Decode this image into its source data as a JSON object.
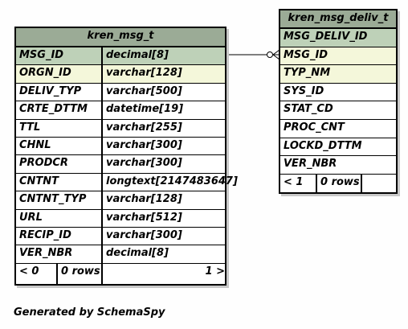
{
  "diagram": {
    "tables": [
      {
        "name": "kren_msg_t",
        "columns": [
          {
            "name": "MSG_ID",
            "type": "decimal[8]",
            "key": "pk"
          },
          {
            "name": "ORGN_ID",
            "type": "varchar[128]",
            "key": "fk"
          },
          {
            "name": "DELIV_TYP",
            "type": "varchar[500]",
            "key": ""
          },
          {
            "name": "CRTE_DTTM",
            "type": "datetime[19]",
            "key": ""
          },
          {
            "name": "TTL",
            "type": "varchar[255]",
            "key": ""
          },
          {
            "name": "CHNL",
            "type": "varchar[300]",
            "key": ""
          },
          {
            "name": "PRODCR",
            "type": "varchar[300]",
            "key": ""
          },
          {
            "name": "CNTNT",
            "type": "longtext[2147483647]",
            "key": ""
          },
          {
            "name": "CNTNT_TYP",
            "type": "varchar[128]",
            "key": ""
          },
          {
            "name": "URL",
            "type": "varchar[512]",
            "key": ""
          },
          {
            "name": "RECIP_ID",
            "type": "varchar[300]",
            "key": ""
          },
          {
            "name": "VER_NBR",
            "type": "decimal[8]",
            "key": ""
          }
        ],
        "footer": {
          "parents": "< 0",
          "rows": "0 rows",
          "children": "1 >"
        }
      },
      {
        "name": "kren_msg_deliv_t",
        "columns": [
          {
            "name": "MSG_DELIV_ID",
            "key": "pk"
          },
          {
            "name": "MSG_ID",
            "key": "fk"
          },
          {
            "name": "TYP_NM",
            "key": "fk"
          },
          {
            "name": "SYS_ID",
            "key": ""
          },
          {
            "name": "STAT_CD",
            "key": ""
          },
          {
            "name": "PROC_CNT",
            "key": ""
          },
          {
            "name": "LOCKD_DTTM",
            "key": ""
          },
          {
            "name": "VER_NBR",
            "key": ""
          }
        ],
        "footer": {
          "parents": "< 1",
          "rows": "0 rows"
        }
      }
    ],
    "relationship": {
      "from": "kren_msg_t.MSG_ID",
      "to": "kren_msg_deliv_t.MSG_ID"
    }
  },
  "colors": {
    "header": "#9bab96",
    "primary_key": "#bed1b8",
    "foreign_key": "#f4f7da",
    "plain": "#ffffff"
  },
  "footer_text": "Generated by SchemaSpy"
}
